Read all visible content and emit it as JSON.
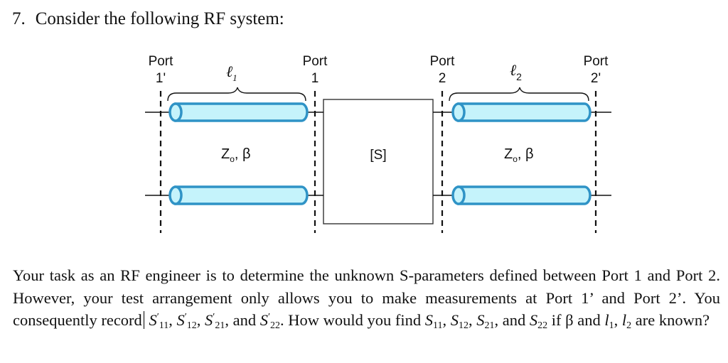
{
  "question": {
    "number": "7.",
    "title": "Consider the following RF system:"
  },
  "diagram": {
    "ports": [
      {
        "label": "Port",
        "id": "1'"
      },
      {
        "label": "Port",
        "id": "1"
      },
      {
        "label": "Port",
        "id": "2"
      },
      {
        "label": "Port",
        "id": "2'"
      }
    ],
    "line_left": {
      "length_symbol": "ℓ",
      "length_sub": "1",
      "impedance": "Z",
      "impedance_sub": "o",
      "propagation": ", β"
    },
    "line_right": {
      "length_symbol": "ℓ",
      "length_sub": "2",
      "impedance": "Z",
      "impedance_sub": "o",
      "propagation": ", β"
    },
    "network_label": "[S]",
    "colors": {
      "line_fill": "#c5f3fb",
      "line_stroke": "#2f93c6",
      "ink": "#111111"
    }
  },
  "body": {
    "p1": "Your task as an RF engineer is to determine the unknown S-parameters defined between Port 1 and Port 2. However, your test arrangement only allows you to make measurements at Port 1’ and Port 2’. You consequently record",
    "measured": [
      {
        "sym": "S",
        "prime": "′",
        "sub": "11",
        "after": ", "
      },
      {
        "sym": "S",
        "prime": "′",
        "sub": "12",
        "after": ", "
      },
      {
        "sym": "S",
        "prime": "′",
        "sub": "21",
        "after": ", and "
      },
      {
        "sym": "S",
        "prime": "′",
        "sub": "22",
        "after": ". "
      }
    ],
    "p2": "How would you find",
    "unknowns": [
      {
        "sym": "S",
        "sub": "11",
        "after": ", "
      },
      {
        "sym": "S",
        "sub": "12",
        "after": ", "
      },
      {
        "sym": "S",
        "sub": "21",
        "after": ", and"
      }
    ],
    "s22": {
      "sym": "S",
      "sub": "22"
    },
    "p3": "if β and",
    "l1": {
      "sym": "l",
      "sub": "1",
      "after": ", "
    },
    "l2": {
      "sym": "l",
      "sub": "2"
    },
    "p4": "are known?"
  }
}
